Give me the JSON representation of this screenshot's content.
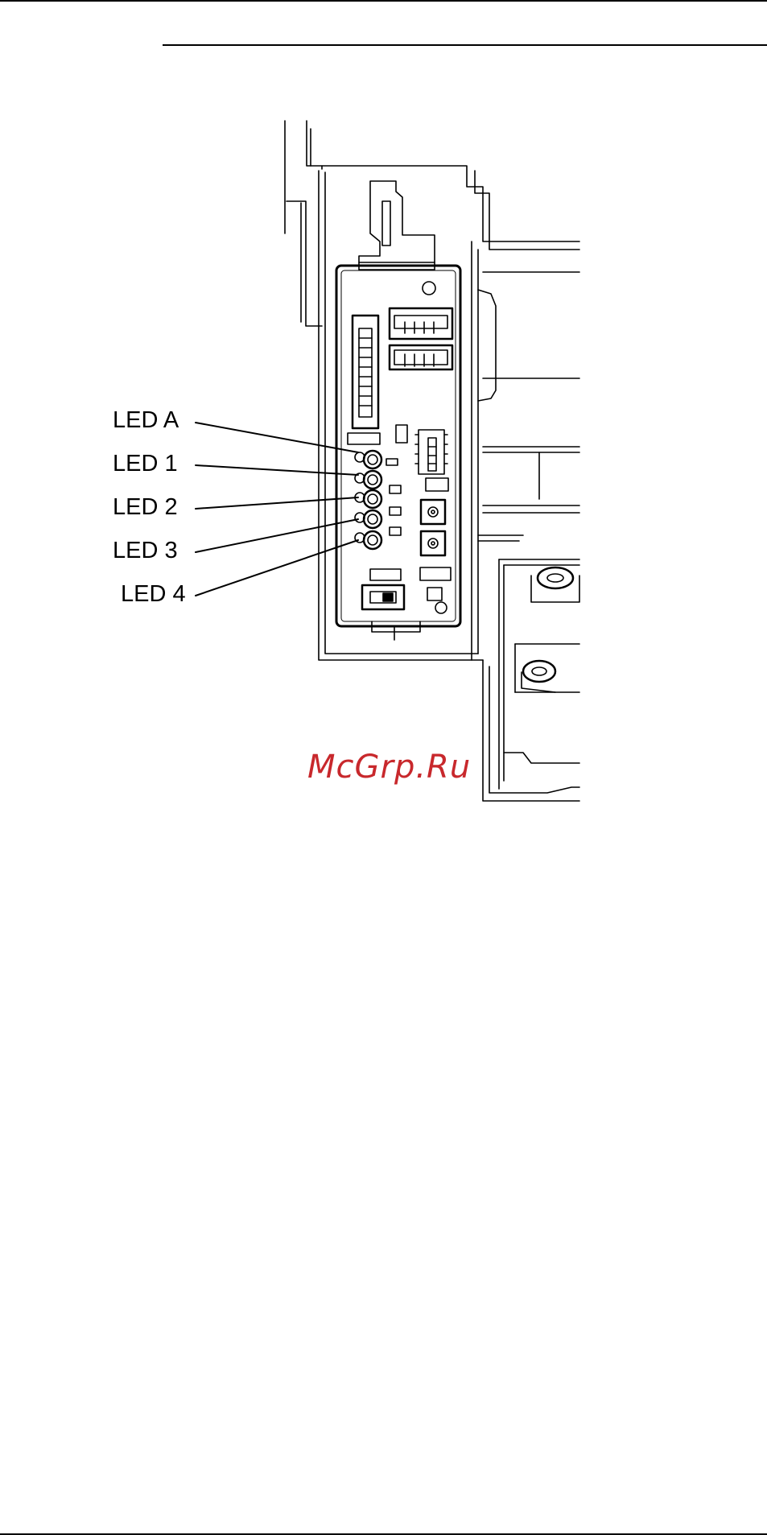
{
  "figure": {
    "callouts": [
      {
        "id": "led-a",
        "label": "LED A"
      },
      {
        "id": "led-1",
        "label": "LED 1"
      },
      {
        "id": "led-2",
        "label": "LED 2"
      },
      {
        "id": "led-3",
        "label": "LED 3"
      },
      {
        "id": "led-4",
        "label": "LED 4"
      }
    ]
  },
  "watermark": {
    "text": "McGrp.Ru",
    "color": "#c8282c"
  },
  "colors": {
    "ink": "#000000",
    "paper": "#ffffff"
  }
}
